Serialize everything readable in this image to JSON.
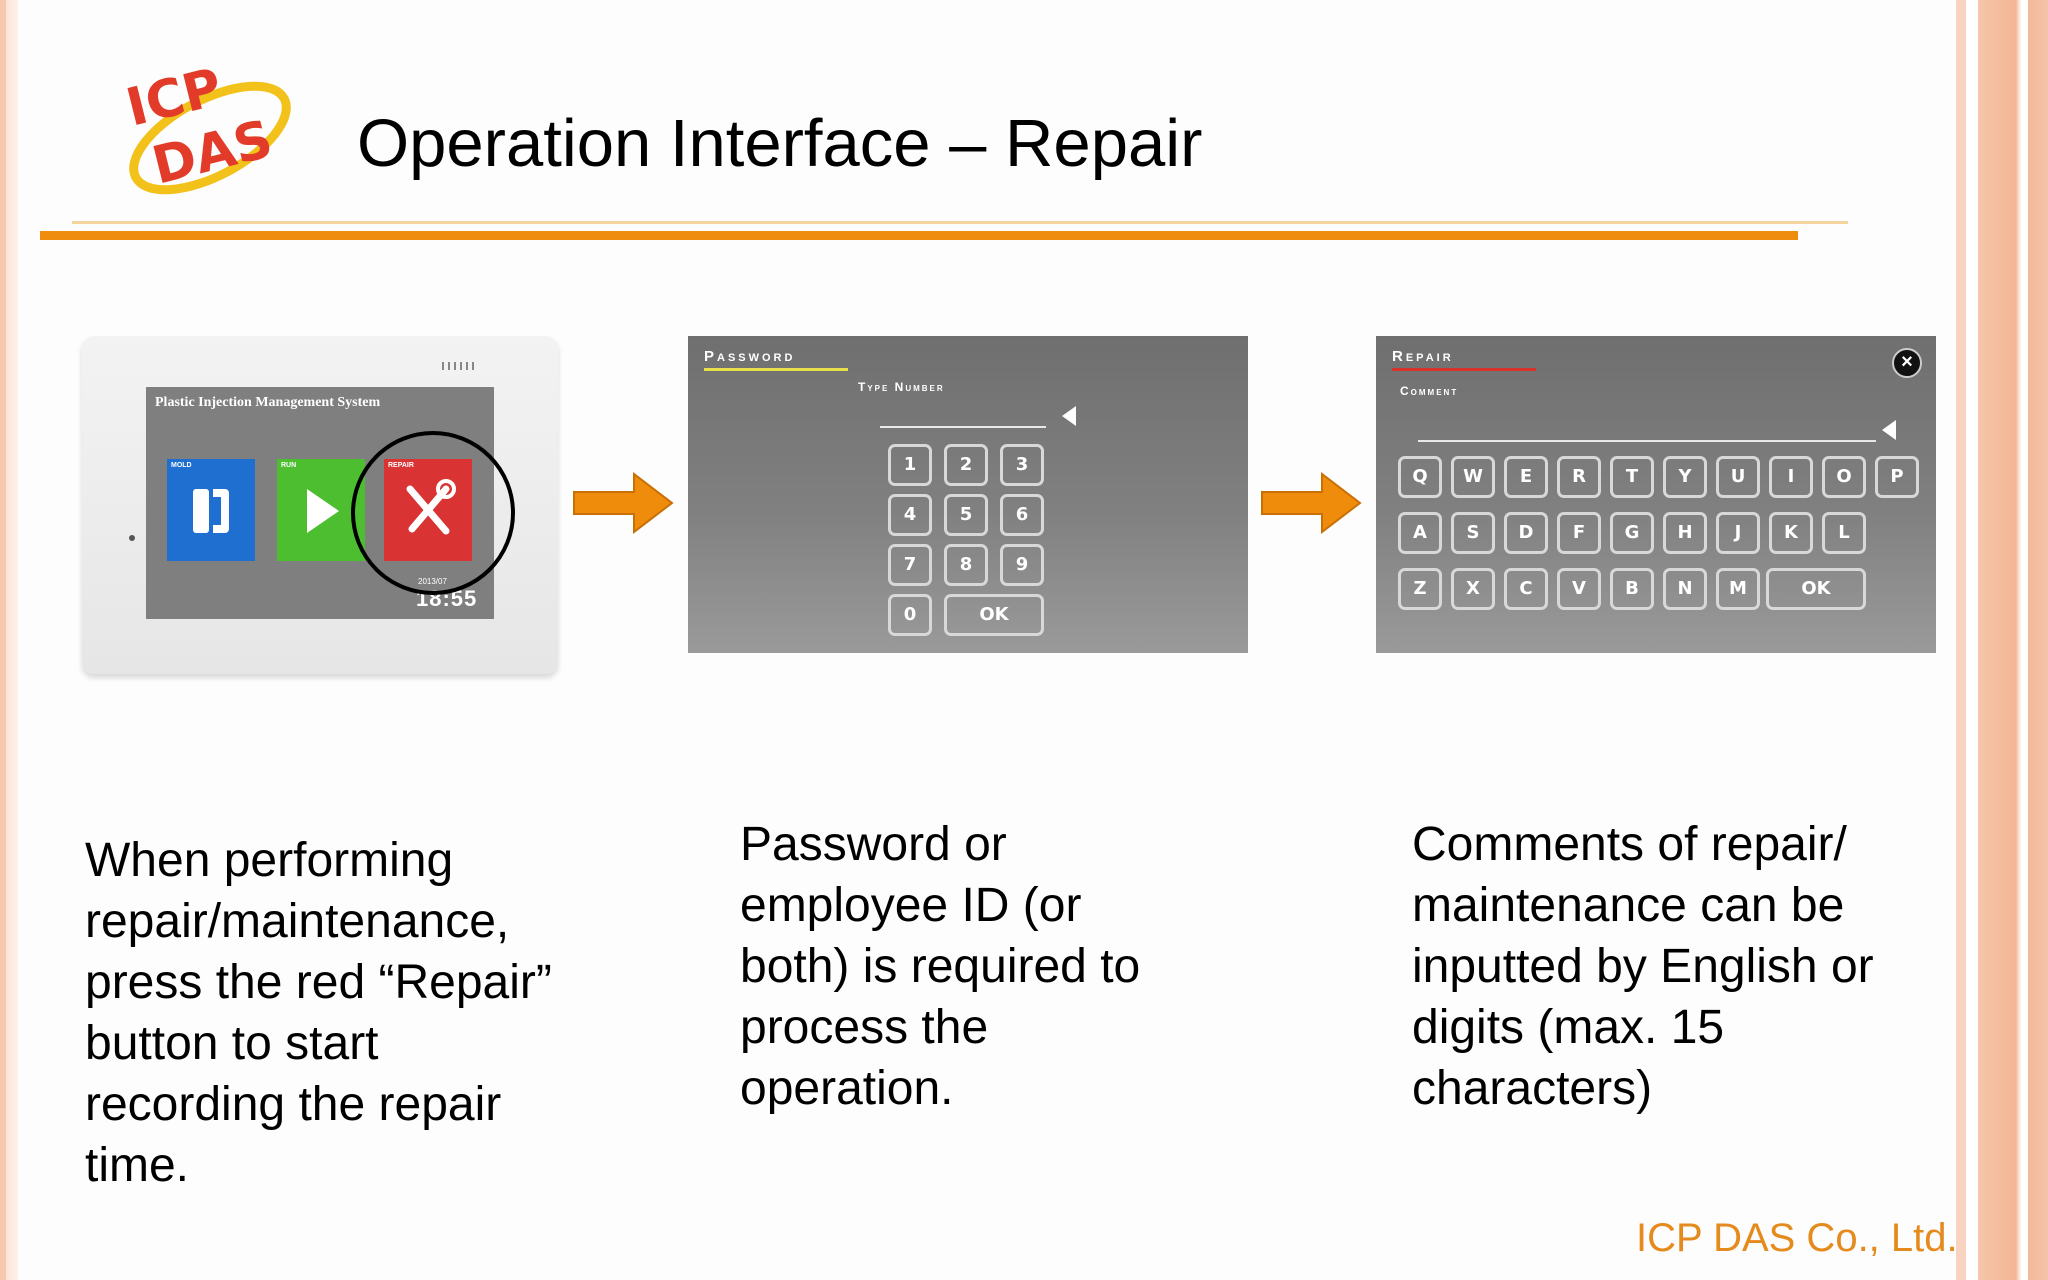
{
  "slide": {
    "title": "Operation Interface – Repair",
    "logo_text": "ICP DAS",
    "footer": "ICP DAS Co., Ltd."
  },
  "device": {
    "screen_title": "Plastic Injection Management System",
    "tiles": [
      {
        "label": "MOLD",
        "icon": "mold-icon",
        "color": "#1f6fd1"
      },
      {
        "label": "RUN",
        "icon": "play-icon",
        "color": "#4cbe2f"
      },
      {
        "label": "REPAIR",
        "icon": "tools-icon",
        "color": "#d93334"
      }
    ],
    "date": "2013/07",
    "time": "18:55"
  },
  "password_screen": {
    "heading": "Password",
    "sub": "Type Number",
    "keys": [
      "1",
      "2",
      "3",
      "4",
      "5",
      "6",
      "7",
      "8",
      "9",
      "0",
      "OK"
    ],
    "accent": "#e8e04a"
  },
  "repair_screen": {
    "heading": "Repair",
    "sub": "Comment",
    "row1": [
      "Q",
      "W",
      "E",
      "R",
      "T",
      "Y",
      "U",
      "I",
      "O",
      "P"
    ],
    "row2": [
      "A",
      "S",
      "D",
      "F",
      "G",
      "H",
      "J",
      "K",
      "L"
    ],
    "row3": [
      "Z",
      "X",
      "C",
      "V",
      "B",
      "N",
      "M"
    ],
    "ok": "OK",
    "close": "×",
    "accent": "#d9312c"
  },
  "captions": {
    "step1": "When performing\nrepair/maintenance,\npress the red “Repair”\nbutton to start\nrecording the repair\ntime.",
    "step2": "Password or\nemployee ID (or\nboth) is required to\nprocess the\noperation.",
    "step3": "Comments of repair/\nmaintenance can be\ninputted by English or\ndigits (max. 15\ncharacters)"
  },
  "colors": {
    "rule": "#ef8d0e",
    "arrow": "#f08c0c",
    "footer": "#e58b1d"
  }
}
